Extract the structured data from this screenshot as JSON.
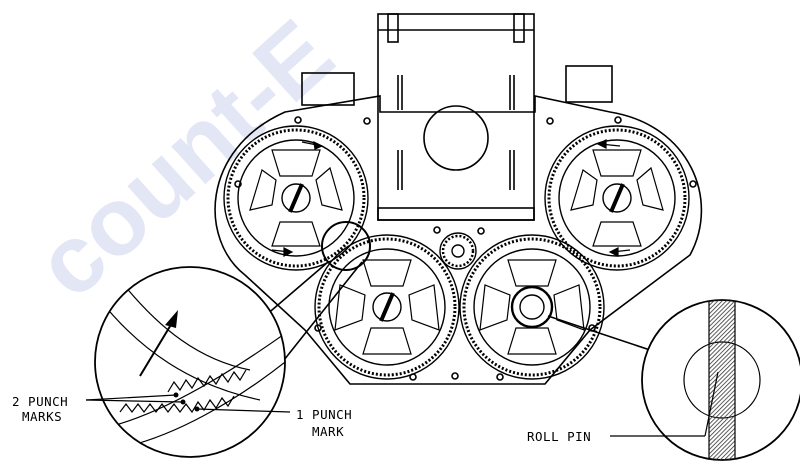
{
  "watermark": {
    "text": "count-E",
    "color": "#cfd6f0"
  },
  "callouts": {
    "two_punch_line1": "2 PUNCH",
    "two_punch_line2": "MARKS",
    "one_punch_line1": "1 PUNCH",
    "one_punch_line2": "MARK",
    "roll_pin": "ROLL PIN"
  },
  "colors": {
    "ink": "#000000",
    "pin_hatch": "#555555",
    "background": "#ffffff"
  }
}
